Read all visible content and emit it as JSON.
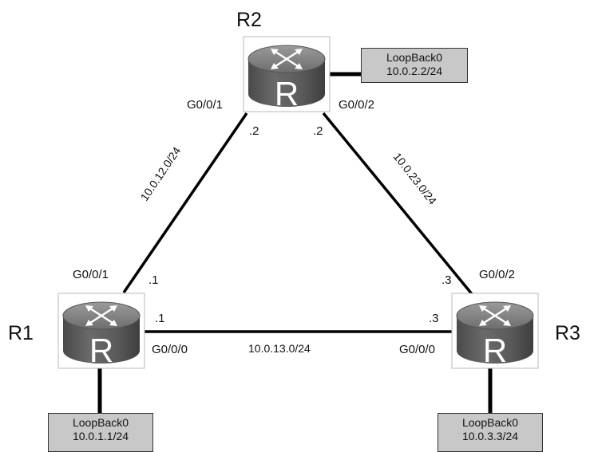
{
  "routers": [
    {
      "id": "R1",
      "name": "R1"
    },
    {
      "id": "R2",
      "name": "R2"
    },
    {
      "id": "R3",
      "name": "R3"
    }
  ],
  "router_glyph": "R",
  "links": [
    {
      "id": "r1-r2",
      "network": "10.0.12.0/24",
      "ends": [
        {
          "router": "R1",
          "port": "G0/0/1",
          "host": ".1"
        },
        {
          "router": "R2",
          "port": "G0/0/1",
          "host": ".2"
        }
      ]
    },
    {
      "id": "r2-r3",
      "network": "10.0.23.0/24",
      "ends": [
        {
          "router": "R2",
          "port": "G0/0/2",
          "host": ".2"
        },
        {
          "router": "R3",
          "port": "G0/0/2",
          "host": ".3"
        }
      ]
    },
    {
      "id": "r1-r3",
      "network": "10.0.13.0/24",
      "ends": [
        {
          "router": "R1",
          "port": "G0/0/0",
          "host": ".1"
        },
        {
          "router": "R3",
          "port": "G0/0/0",
          "host": ".3"
        }
      ]
    }
  ],
  "loopbacks": [
    {
      "router": "R1",
      "name": "LoopBack0",
      "address": "10.0.1.1/24"
    },
    {
      "router": "R2",
      "name": "LoopBack0",
      "address": "10.0.2.2/24"
    },
    {
      "router": "R3",
      "name": "LoopBack0",
      "address": "10.0.3.3/24"
    }
  ]
}
